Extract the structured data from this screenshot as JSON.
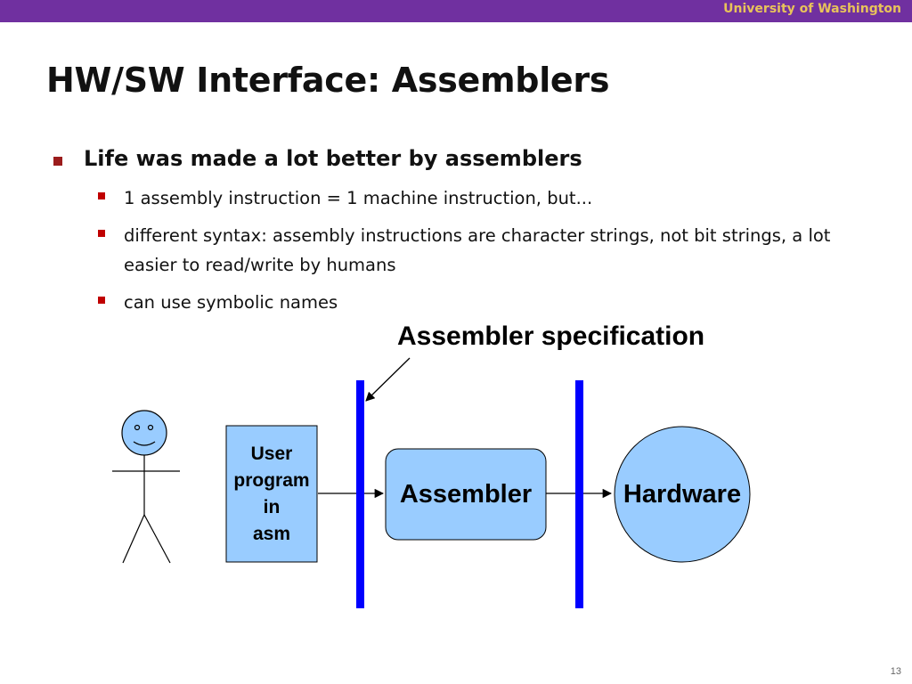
{
  "header": {
    "institution": "University of Washington"
  },
  "slide": {
    "title": "HW/SW Interface: Assemblers",
    "bullet_main": "Life was made a lot better by assemblers",
    "sub_bullets": [
      "1 assembly instruction = 1 machine instruction, but...",
      "different syntax: assembly instructions are character strings, not bit strings, a lot easier to read/write by humans",
      "can use symbolic names"
    ],
    "page_number": "13"
  },
  "diagram": {
    "spec_label": "Assembler specification",
    "user_program_lines": [
      "User",
      "program",
      "in",
      "asm"
    ],
    "assembler_label": "Assembler",
    "hardware_label": "Hardware",
    "colors": {
      "box_fill": "#99ccff",
      "divider": "#0000ff",
      "header": "#7030a0",
      "header_text": "#e8c35a",
      "bullet": "#c00000"
    }
  }
}
